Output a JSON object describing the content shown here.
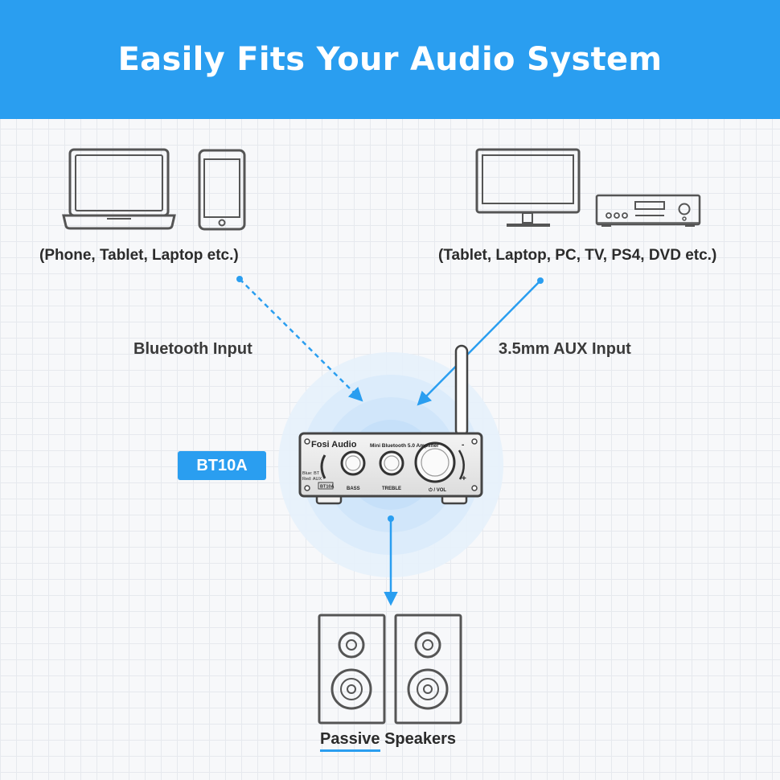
{
  "header": {
    "title": "Easily Fits Your Audio System"
  },
  "sources": {
    "bluetooth_devices_label": "(Phone, Tablet, Laptop etc.)",
    "aux_devices_label": "(Tablet, Laptop, PC, TV, PS4, DVD etc.)"
  },
  "inputs": {
    "bluetooth_label": "Bluetooth Input",
    "aux_label": "3.5mm AUX Input"
  },
  "amplifier": {
    "model_badge": "BT10A",
    "brand": "Fosi Audio",
    "subtitle": "Mini Bluetooth 5.0 Amplifier",
    "mode_legend_blue": "Blue: BT",
    "mode_legend_red": "Red: AUX",
    "model_tag": "BT10A",
    "bass_label": "BASS",
    "treble_label": "TREBLE",
    "volume_label": "⏻ / VOL",
    "minus_sign": "-",
    "plus_sign": "+"
  },
  "output": {
    "speakers_label_first": "Passive",
    "speakers_label_second": " Speakers"
  },
  "colors": {
    "accent": "#2a9ef0",
    "outline": "#555555"
  },
  "icons": [
    "laptop-icon",
    "phone-icon",
    "monitor-icon",
    "dvd-player-icon",
    "bluetooth-wave-icon",
    "speaker-icon"
  ]
}
